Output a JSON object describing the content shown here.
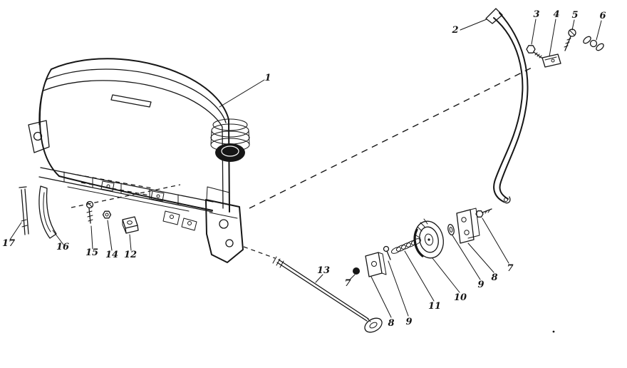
{
  "diagram": {
    "colors": {
      "ink": "#161616",
      "paper": "#ffffff"
    },
    "callouts": [
      {
        "id": "c1",
        "label": "1"
      },
      {
        "id": "c2",
        "label": "2"
      },
      {
        "id": "c3",
        "label": "3"
      },
      {
        "id": "c4",
        "label": "4"
      },
      {
        "id": "c5",
        "label": "5"
      },
      {
        "id": "c6",
        "label": "6"
      },
      {
        "id": "c7a",
        "label": "7"
      },
      {
        "id": "c7b",
        "label": "7"
      },
      {
        "id": "c8a",
        "label": "8"
      },
      {
        "id": "c8b",
        "label": "8"
      },
      {
        "id": "c9a",
        "label": "9"
      },
      {
        "id": "c9b",
        "label": "9"
      },
      {
        "id": "c10",
        "label": "10"
      },
      {
        "id": "c11",
        "label": "11"
      },
      {
        "id": "c12",
        "label": "12"
      },
      {
        "id": "c13",
        "label": "13"
      },
      {
        "id": "c14",
        "label": "14"
      },
      {
        "id": "c15",
        "label": "15"
      },
      {
        "id": "c16",
        "label": "16"
      },
      {
        "id": "c17",
        "label": "17"
      }
    ]
  }
}
